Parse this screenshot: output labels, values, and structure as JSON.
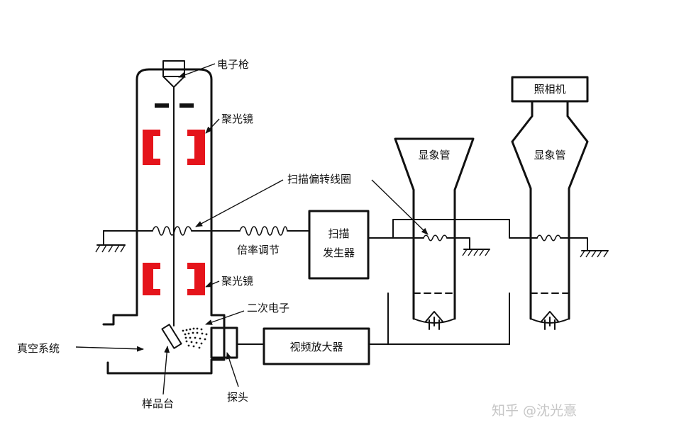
{
  "labels": {
    "electron_gun": "电子枪",
    "condenser_lens_top": "聚光镜",
    "scan_coil": "扫描偏转线圈",
    "magnification_adjust": "倍率调节",
    "scan_generator_line1": "扫描",
    "scan_generator_line2": "发生器",
    "condenser_lens_bottom": "聚光镜",
    "secondary_electron": "二次电子",
    "vacuum_system": "真空系统",
    "video_amplifier": "视频放大器",
    "sample_stage": "样品台",
    "probe": "探头",
    "display_tube_1": "显象管",
    "display_tube_2": "显象管",
    "camera": "照相机"
  },
  "watermark": "知乎 @沈光憙",
  "colors": {
    "lens": "#e5141b",
    "line": "#111111",
    "watermark": "#c6c6c6"
  }
}
